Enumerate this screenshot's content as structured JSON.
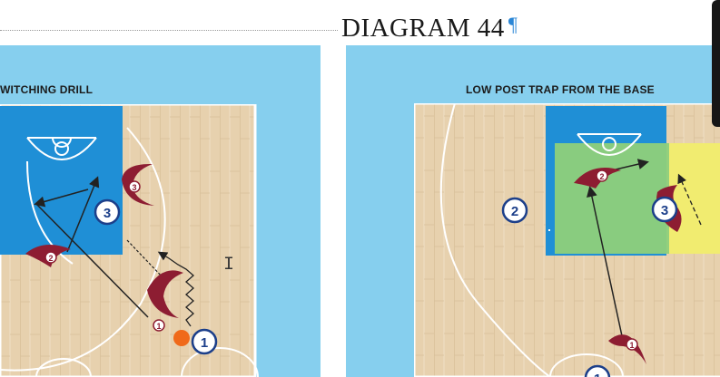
{
  "document": {
    "title": "DIAGRAM 44",
    "pilcrow": "¶"
  },
  "left_diagram": {
    "heading": "WITCHING DRILL",
    "players": {
      "p1": "1",
      "p2": "2",
      "p3": "3"
    }
  },
  "right_diagram": {
    "heading": "LOW POST TRAP FROM THE BASE",
    "players": {
      "p1": "1",
      "p2": "2",
      "p3": "3"
    }
  },
  "colors": {
    "panel_bg": "#86cfee",
    "paint_blue": "#1f8fd6",
    "trap_green": "#8fd07a",
    "trap_yellow": "#f1ec70",
    "defender": "#8d1d32",
    "ball": "#f06a1a",
    "wood": "#e7d1ae"
  },
  "icons": [
    "text-cursor-icon",
    "pilcrow-icon"
  ]
}
